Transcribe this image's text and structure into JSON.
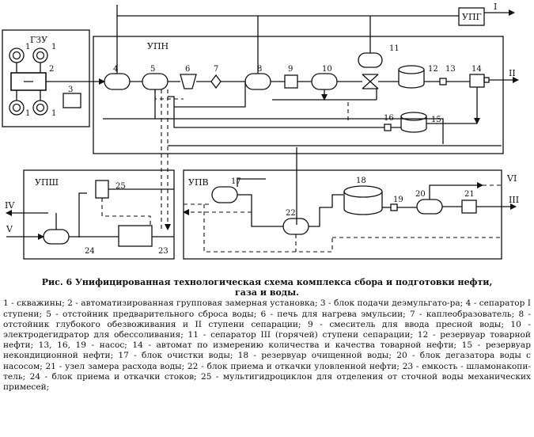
{
  "blocks": {
    "gzu": "ГЗУ",
    "upn": "УПН",
    "upg": "УПГ",
    "upsh": "УПШ",
    "upv": "УПВ"
  },
  "streams": {
    "s1": "I",
    "s2": "II",
    "s3": "III",
    "s4": "IV",
    "s5": "V",
    "s6": "VI"
  },
  "numbers": {
    "n1": "1",
    "n2": "2",
    "n3": "3",
    "n4": "4",
    "n5": "5",
    "n6": "6",
    "n7": "7",
    "n8": "8",
    "n9": "9",
    "n10": "10",
    "n11": "11",
    "n12": "12",
    "n13": "13",
    "n14": "14",
    "n15": "15",
    "n16": "16",
    "n17": "17",
    "n18": "18",
    "n19": "19",
    "n20": "20",
    "n21": "21",
    "n22": "22",
    "n23": "23",
    "n24": "24",
    "n25": "25"
  },
  "caption": {
    "title": "Рис. 6 Унифицированная технологическая схема комплекса сбора и подготовки нефти,",
    "subtitle": "газа и воды.",
    "legend": "1 - скважины; 2 - автоматизированная групповая замерная установка; 3 - блок подачи деэмульгато-ра; 4 - сепаратор I ступени; 5 - отстойник предварительного сброса воды; 6 - печь для нагрева эмульсии; 7 - каплеобразователь; 8 - отстойник глубокого обезвоживания и II ступени сепарации; 9 - смеситель для ввода пресной воды; 10 - электродегидратор для обессоливания; 11 - сепаратор III (горячей) ступени сепарации; 12 - резервуар товарной нефти; 13, 16, 19 - насос; 14 - автомат по измерению количества и качества товарной нефти; 15 - резервуар некондиционной нефти; 17 - блок очистки воды; 18 - резервуар очищенной воды; 20 - блок дегазатора воды с насосом; 21 - узел замера расхода воды; 22 - блок приема и откачки уловленной нефти; 23 - емкость - шламонакопи-тель; 24 - блок приема и откачки стоков; 25 - мультигидроциклон для отделения от сточной воды механических примесей;"
  }
}
